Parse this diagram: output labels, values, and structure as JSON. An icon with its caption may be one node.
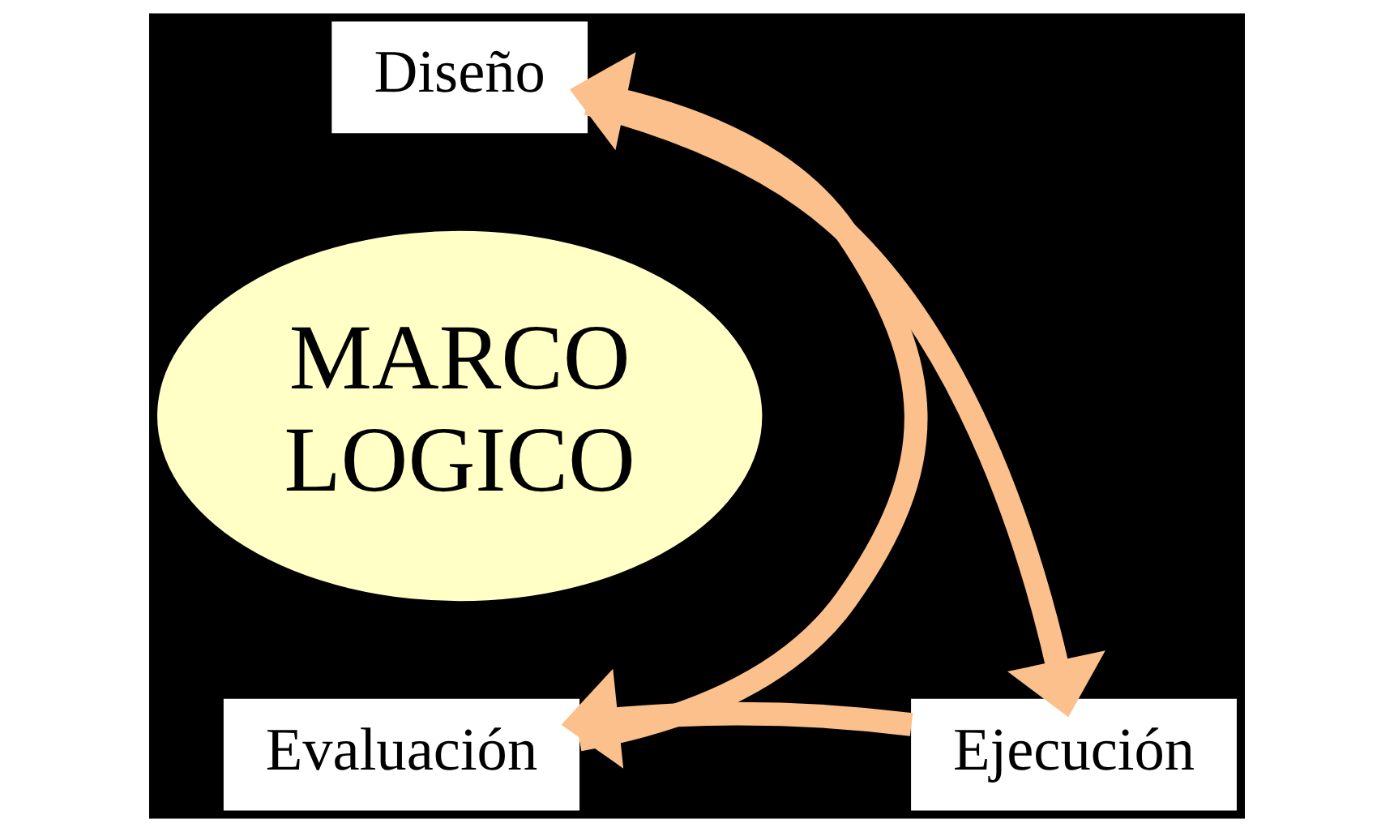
{
  "diagram": {
    "nodes": [
      {
        "text": [
          "Diseño"
        ]
      },
      {
        "text": [
          "MARCO LOGICO"
        ]
      },
      {
        "text": [
          "Evaluación"
        ]
      },
      {
        "text": [
          "Ejecución"
        ]
      }
    ],
    "edges": [
      {
        "from": 0,
        "to": 3,
        "arrow": "to"
      },
      {
        "from": 3,
        "to": 2,
        "arrow": "to"
      },
      {
        "from": 2,
        "to": 0,
        "arrow": "to"
      }
    ]
  }
}
